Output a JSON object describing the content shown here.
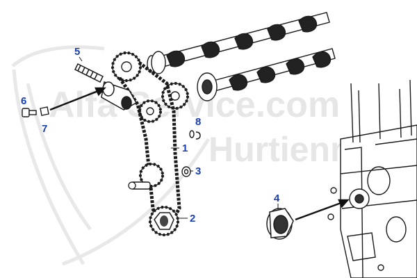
{
  "watermark": {
    "line1": "Alfa Service.com",
    "line2": "Hurtienne"
  },
  "labels": {
    "p1": "1",
    "p2": "2",
    "p3": "3",
    "p4": "4",
    "p5": "5",
    "p6": "6",
    "p7": "7",
    "p8": "8"
  },
  "colors": {
    "label": "#1a3fb5",
    "ink": "#1a1a1a",
    "watermark": "#e6e6e6"
  },
  "icons": {
    "watermark_logo": "alfa-shield-logo"
  }
}
